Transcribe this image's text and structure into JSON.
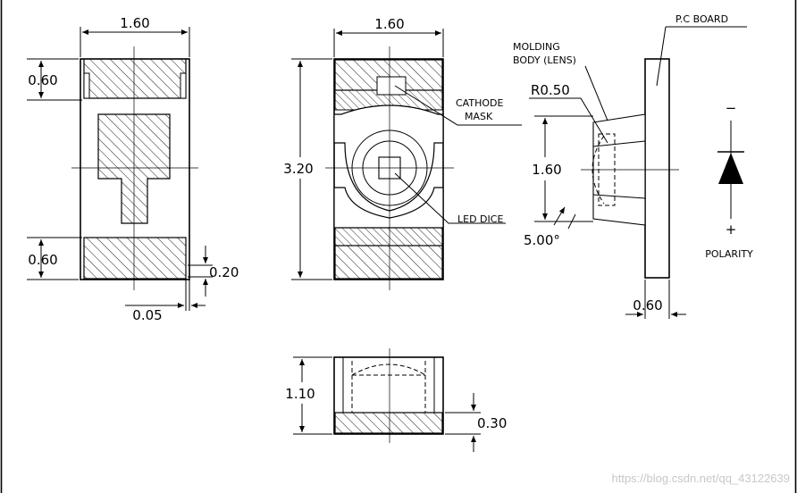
{
  "top_view": {
    "width_dim": "1.60",
    "top_pad_dim": "0.60",
    "bottom_pad_dim": "0.60",
    "gap_dim": "0.20",
    "offset_dim": "0.05"
  },
  "front_view": {
    "width_dim": "1.60",
    "height_dim": "3.20",
    "cathode_label_line1": "CATHODE",
    "cathode_label_line2": "MASK",
    "led_label": "LED DICE"
  },
  "side_view": {
    "molding_line1": "MOLDING",
    "molding_line2": "BODY (LENS)",
    "pcb_label": "P.C BOARD",
    "radius_dim": "R0.50",
    "height_dim": "1.60",
    "angle_dim": "5.00°",
    "board_dim": "0.60"
  },
  "polarity": {
    "minus": "−",
    "plus": "+",
    "label": "POLARITY"
  },
  "bottom_view": {
    "height_dim": "1.10",
    "base_dim": "0.30"
  },
  "watermark": "https://blog.csdn.net/qq_43122639"
}
